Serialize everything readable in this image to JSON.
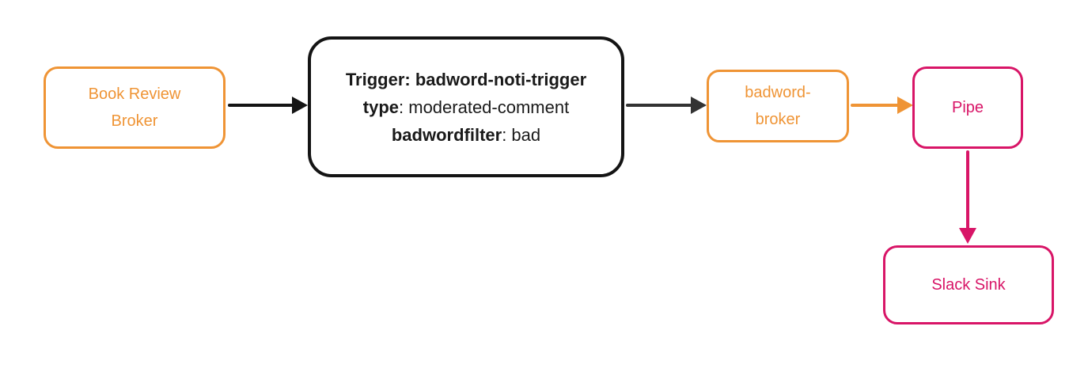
{
  "diagram": {
    "title": "event flow diagram",
    "colors": {
      "orange": "#EF9435",
      "pink": "#D81567",
      "black": "#141414",
      "dark_gray": "#333333",
      "background": "#ffffff"
    },
    "nodes": {
      "book_review_broker": {
        "line1": "Book Review",
        "line2": "Broker"
      },
      "trigger": {
        "line1": "Trigger: badword-noti-trigger",
        "line2_key": "type",
        "line2_value": ": moderated-comment",
        "line3_key": "badwordfilter",
        "line3_value": ": bad"
      },
      "badword_broker": {
        "line1": "badword-",
        "line2": "broker"
      },
      "pipe": {
        "label": "Pipe"
      },
      "slack_sink": {
        "label": "Slack Sink"
      }
    },
    "edges": [
      {
        "from": "book_review_broker",
        "to": "trigger",
        "color": "#141414"
      },
      {
        "from": "trigger",
        "to": "badword_broker",
        "color": "#333333"
      },
      {
        "from": "badword_broker",
        "to": "pipe",
        "color": "#EF9435"
      },
      {
        "from": "pipe",
        "to": "slack_sink",
        "color": "#D81567"
      }
    ]
  }
}
